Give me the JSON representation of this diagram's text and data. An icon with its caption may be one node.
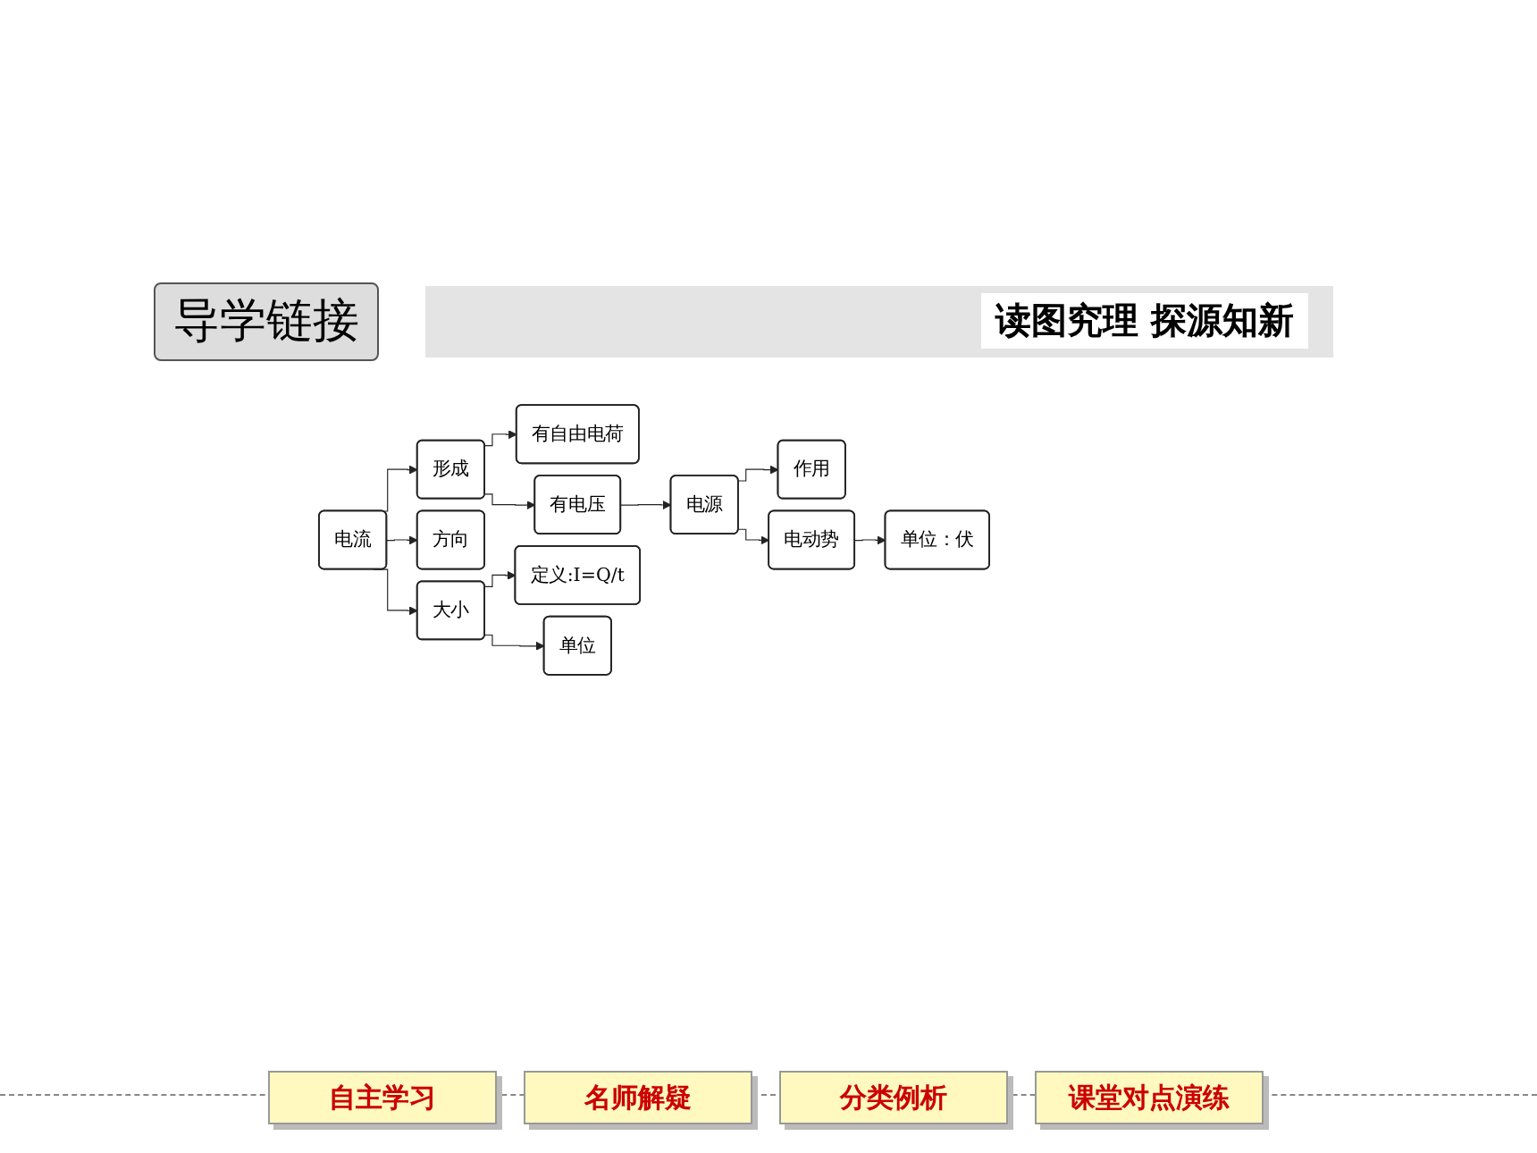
{
  "diagram": {
    "title": "导学链接",
    "nodes": [
      {
        "text": [
          "电流"
        ]
      },
      {
        "text": [
          "形成"
        ]
      },
      {
        "text": [
          "方向"
        ]
      },
      {
        "text": [
          "大小"
        ]
      },
      {
        "text": [
          "有自由电荷"
        ]
      },
      {
        "text": [
          "有电压"
        ]
      },
      {
        "text": [
          "电源"
        ]
      },
      {
        "text": [
          "作用"
        ]
      },
      {
        "text": [
          "电动势"
        ]
      },
      {
        "text": [
          "单位：伏"
        ]
      },
      {
        "text": [
          "定义:I=Q/t"
        ]
      },
      {
        "text": [
          "单位"
        ]
      }
    ],
    "edges": [
      {
        "from": 0,
        "to": 1,
        "arrow": "to"
      },
      {
        "from": 0,
        "to": 2,
        "arrow": "to"
      },
      {
        "from": 0,
        "to": 3,
        "arrow": "to"
      },
      {
        "from": 1,
        "to": 4,
        "arrow": "to"
      },
      {
        "from": 1,
        "to": 5,
        "arrow": "to"
      },
      {
        "from": 5,
        "to": 6,
        "arrow": "to"
      },
      {
        "from": 6,
        "to": 7,
        "arrow": "to"
      },
      {
        "from": 6,
        "to": 8,
        "arrow": "to"
      },
      {
        "from": 8,
        "to": 9,
        "arrow": "to"
      },
      {
        "from": 3,
        "to": 10,
        "arrow": "to"
      },
      {
        "from": 3,
        "to": 11,
        "arrow": "to"
      }
    ],
    "labels": [
      "读图究理 探源知新",
      "自主学习",
      "名师解疑",
      "分类例析",
      "课堂对点演练"
    ]
  }
}
